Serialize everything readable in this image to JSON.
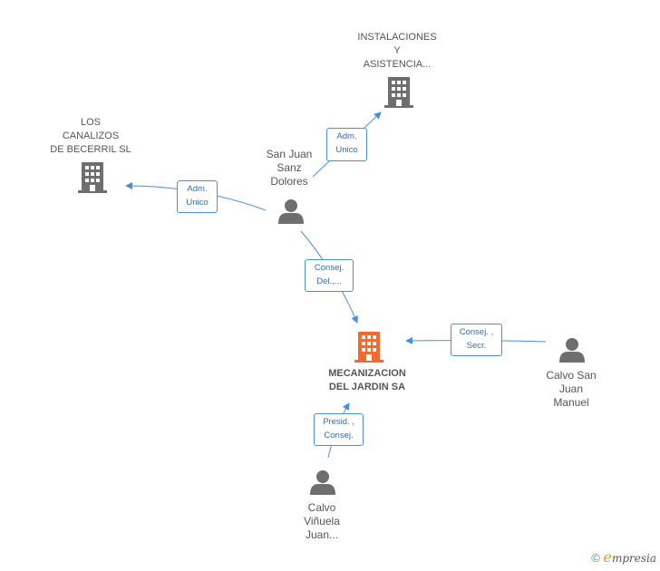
{
  "colors": {
    "edge": "#4a90d9",
    "person": "#6e6e6e",
    "company": "#6e6e6e",
    "main_company": "#f26a2e"
  },
  "nodes": {
    "los_canalizos": {
      "lines": [
        "LOS",
        "CANALIZOS",
        "DE BECERRIL SL"
      ],
      "icon": "building-icon"
    },
    "instalaciones": {
      "lines": [
        "INSTALACIONES",
        "Y",
        "ASISTENCIA..."
      ],
      "icon": "building-icon"
    },
    "san_juan": {
      "lines": [
        "San Juan",
        "Sanz",
        "Dolores"
      ],
      "icon": "person-icon"
    },
    "mecanizacion": {
      "lines": [
        "MECANIZACION",
        "DEL JARDIN SA"
      ],
      "icon": "building-icon"
    },
    "calvo_san_juan": {
      "lines": [
        "Calvo San",
        "Juan",
        "Manuel"
      ],
      "icon": "person-icon"
    },
    "calvo_vinuela": {
      "lines": [
        "Calvo",
        "Viñuela",
        "Juan..."
      ],
      "icon": "person-icon"
    }
  },
  "edges": {
    "san_juan_to_instalaciones": {
      "lines": [
        "Adm.",
        "Unico"
      ]
    },
    "san_juan_to_los_canalizos": {
      "lines": [
        "Adm.",
        "Unico"
      ]
    },
    "san_juan_to_mecanizacion": {
      "lines": [
        "Consej.",
        "Del.,..."
      ]
    },
    "calvo_san_juan_to_mecanizacion": {
      "lines": [
        "Consej. ,",
        "Secr."
      ]
    },
    "calvo_vinuela_to_mecanizacion": {
      "lines": [
        "Presid. ,",
        "Consej."
      ]
    }
  },
  "footer": {
    "copyright": "©",
    "brand_initial": "e",
    "brand_rest": "mpresia"
  }
}
